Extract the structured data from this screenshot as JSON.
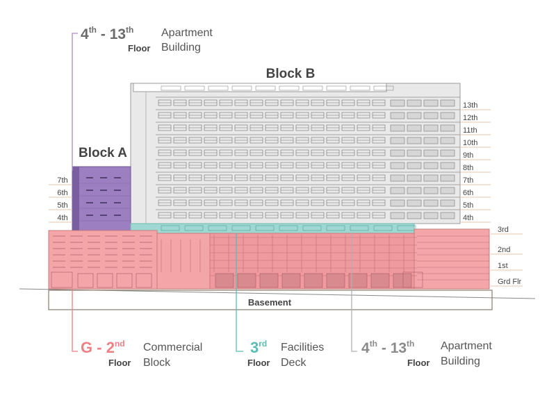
{
  "colors": {
    "apartment": "#9b7fc0",
    "apartment_line": "#a98cc9",
    "commercial": "#f3a5a8",
    "commercial_text": "#ef7f84",
    "facilities": "#9fd8d3",
    "facilities_text": "#5bbcb2",
    "block_b_line": "#b9b9b9",
    "block_b_grey": "#cfcfcf",
    "ink": "#444444",
    "floor_rule": "#e8c7a8",
    "basement_outline": "#8a7a6a"
  },
  "blocks": {
    "block_a": "Block A",
    "block_b": "Block B"
  },
  "basement_label": "Basement",
  "left_floors": [
    "7th",
    "6th",
    "5th",
    "4th"
  ],
  "right_floors_upper": [
    "13th",
    "12th",
    "11th",
    "10th",
    "9th",
    "8th",
    "7th",
    "6th",
    "5th",
    "4th"
  ],
  "right_floors_lower": [
    "3rd",
    "2nd",
    "1st",
    "Grd Flr"
  ],
  "callouts": {
    "top": {
      "range": "4th - 13th",
      "start": "4",
      "start_sup": "th",
      "dash": " - ",
      "end": "13",
      "end_sup": "th",
      "floor": "Floor",
      "line1": "Apartment",
      "line2": "Building"
    },
    "commercial": {
      "start": "G",
      "dash": " - ",
      "end": "2",
      "end_sup": "nd",
      "floor": "Floor",
      "line1": "Commercial",
      "line2": "Block"
    },
    "facilities": {
      "start": "3",
      "start_sup": "rd",
      "floor": "Floor",
      "line1": "Facilities",
      "line2": "Deck"
    },
    "apartment_bottom": {
      "start": "4",
      "start_sup": "th",
      "dash": " - ",
      "end": "13",
      "end_sup": "th",
      "floor": "Floor",
      "line1": "Apartment",
      "line2": "Building"
    }
  }
}
